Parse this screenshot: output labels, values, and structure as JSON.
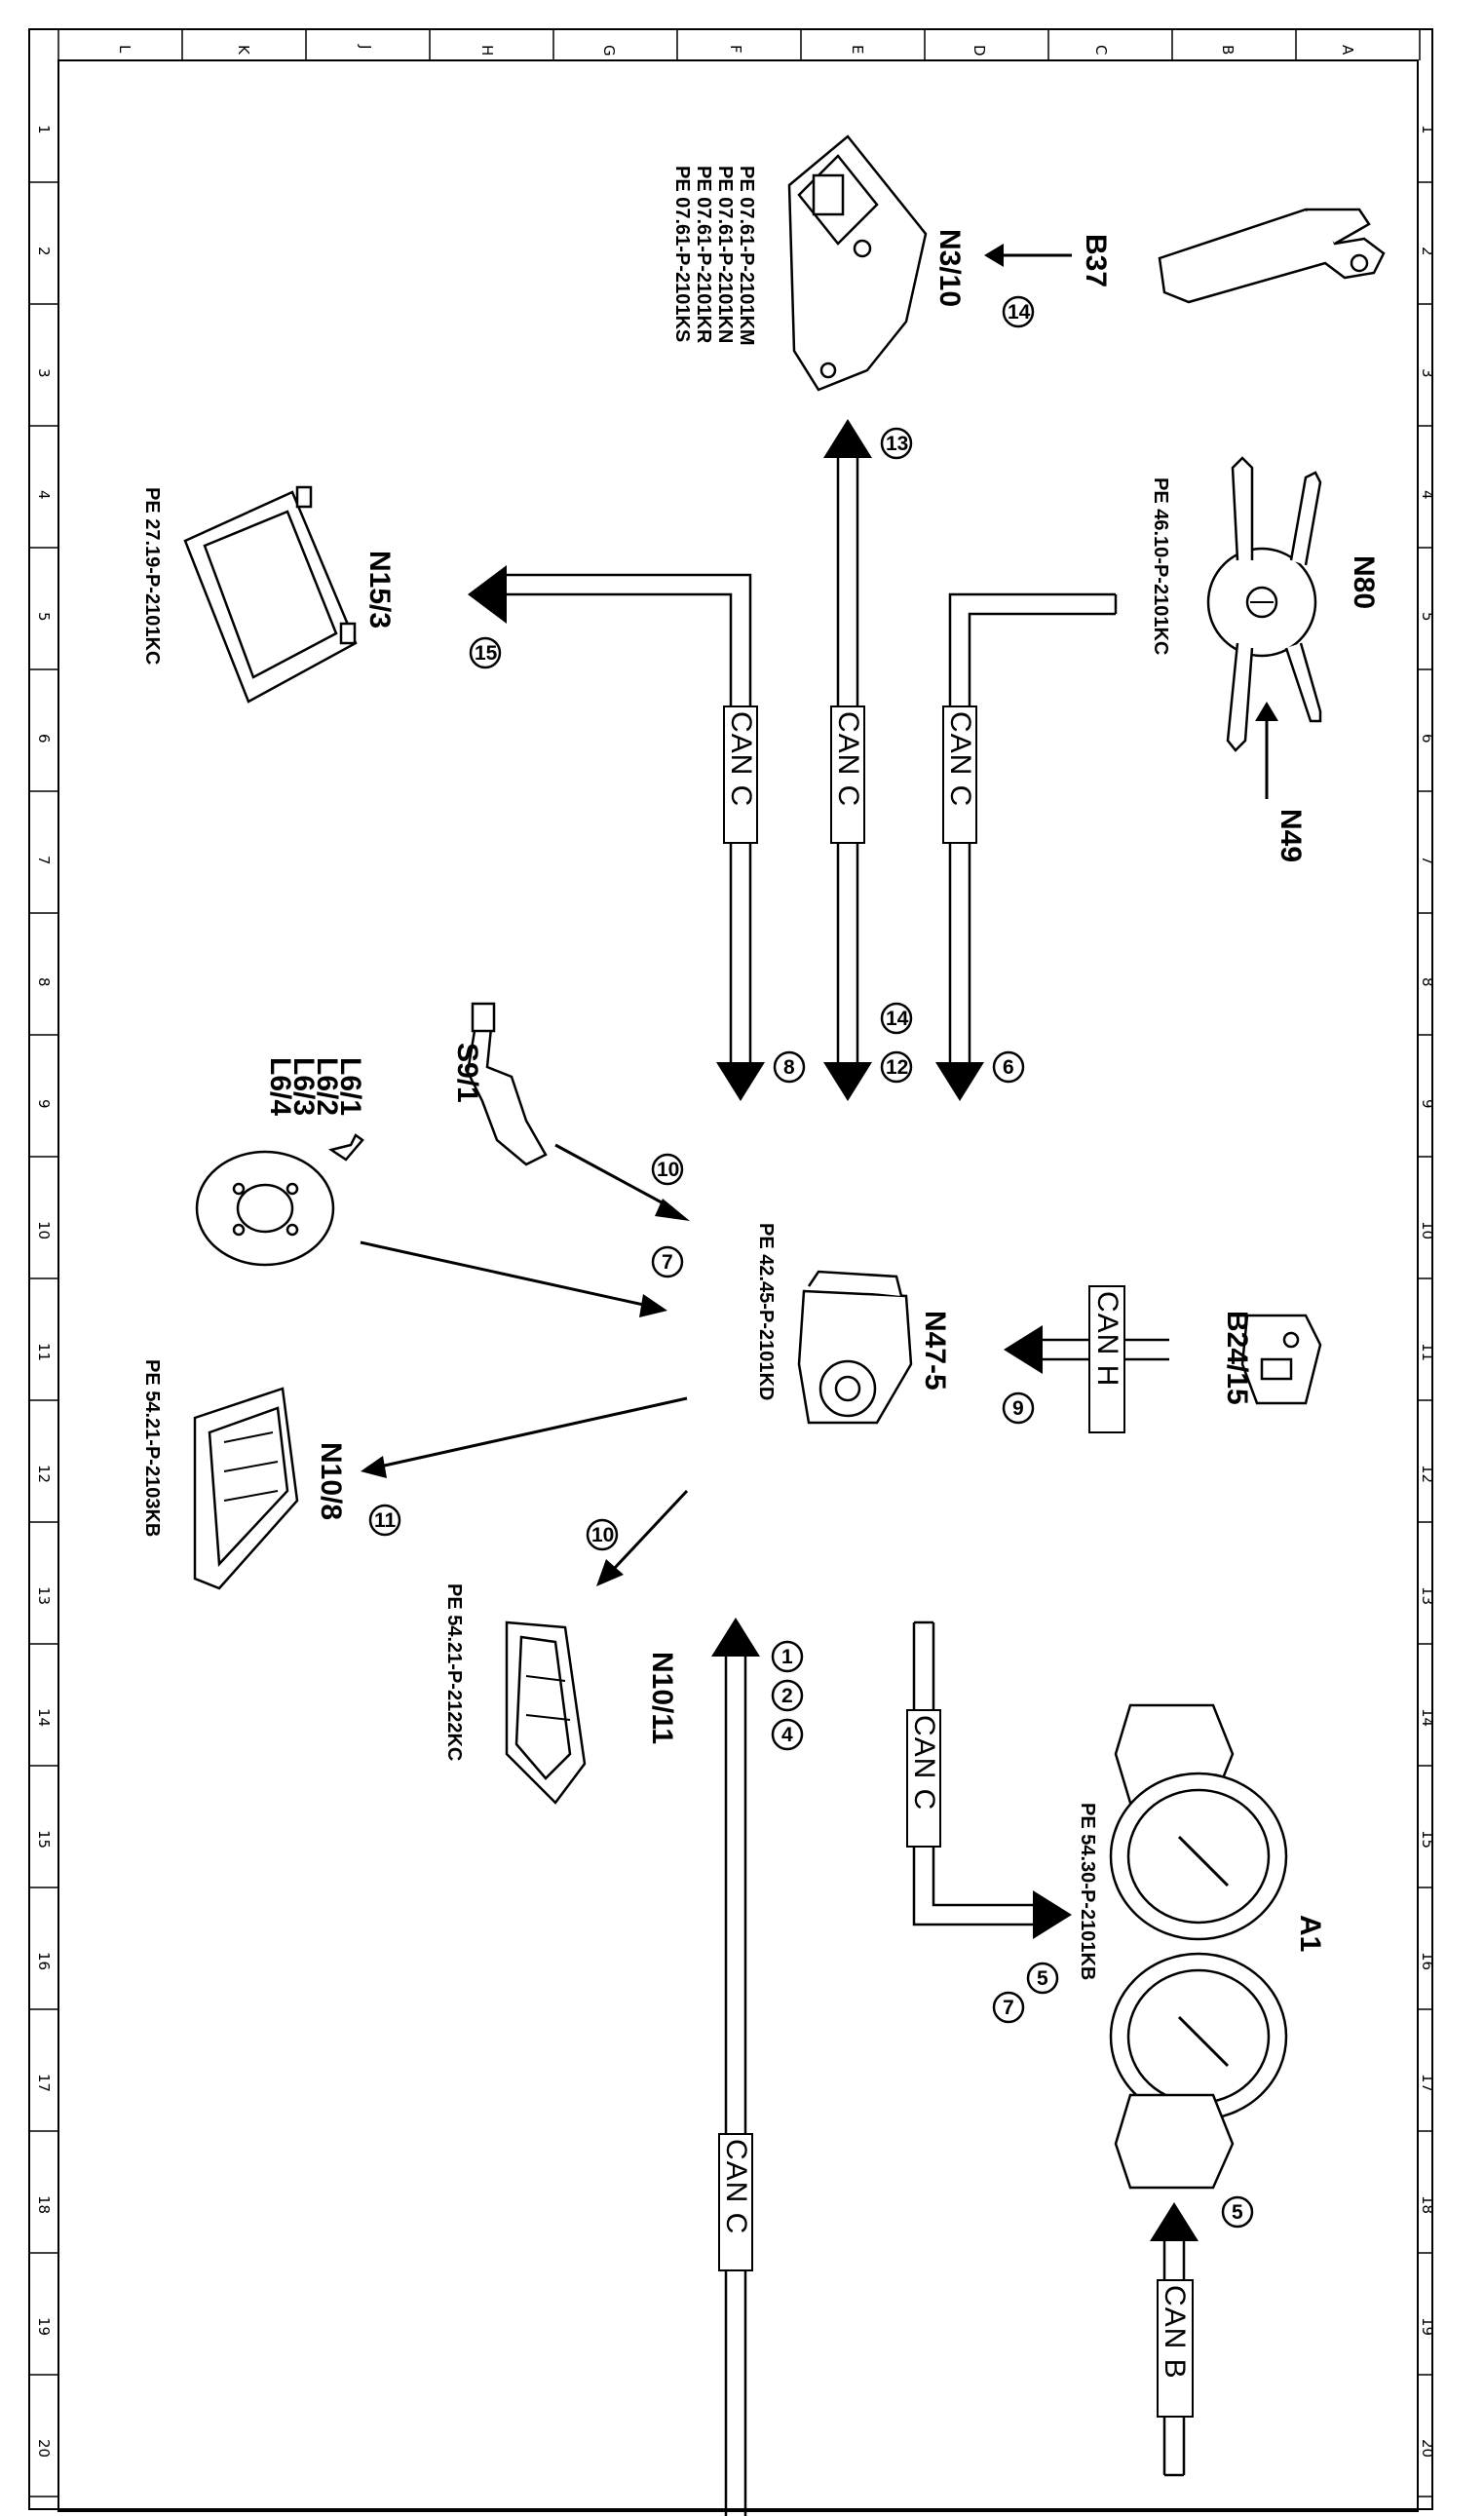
{
  "frame": {
    "col_letters": [
      "L",
      "K",
      "J",
      "H",
      "G",
      "F",
      "E",
      "D",
      "C",
      "B",
      "A"
    ],
    "row_numbers": [
      "1",
      "2",
      "3",
      "4",
      "5",
      "6",
      "7",
      "8",
      "9",
      "10",
      "11",
      "12",
      "13",
      "14",
      "15",
      "16",
      "17",
      "18",
      "19",
      "20"
    ]
  },
  "components": {
    "B37": {
      "label": "B37"
    },
    "N3_10": {
      "label": "N3/10",
      "refs": [
        "PE  07.61-P-2101KM",
        "PE  07.61-P-2101KN",
        "PE  07.61-P-2101KR",
        "PE  07.61-P-2101KS"
      ]
    },
    "N80": {
      "label": "N80",
      "ref": "PE  46.10-P-2101KC"
    },
    "N49": {
      "label": "N49"
    },
    "N15_3": {
      "label": "N15/3",
      "ref": "PE  27.19-P-2101KC"
    },
    "S9_1": {
      "label": "S9/1"
    },
    "L6": {
      "labels": [
        "L6/1",
        "L6/2",
        "L6/3",
        "L6/4"
      ]
    },
    "N47_5": {
      "label": "N47-5",
      "ref": "PE  42.45-P-2101KD"
    },
    "B24_15": {
      "label": "B24/15"
    },
    "N10_8": {
      "label": "N10/8",
      "ref": "PE  54.21-P-2103KB"
    },
    "N10_11": {
      "label": "N10/11",
      "ref": "PE  54.21-P-2122KC"
    },
    "A1": {
      "label": "A1",
      "ref": "PE  54.30-P-2101KB"
    }
  },
  "buses": {
    "can_c": "CAN  C",
    "can_h": "CAN  H",
    "can_b": "CAN  B"
  },
  "signals": {
    "s14_b37": "14",
    "s13": "13",
    "s15": "15",
    "s14": "14",
    "s12": "12",
    "s6": "6",
    "s8": "8",
    "s10_a": "10",
    "s7_a": "7",
    "s9": "9",
    "s11": "11",
    "s10_b": "10",
    "s1": "1",
    "s2": "2",
    "s4": "4",
    "s5_a": "5",
    "s7_b": "7",
    "s5_b": "5"
  }
}
